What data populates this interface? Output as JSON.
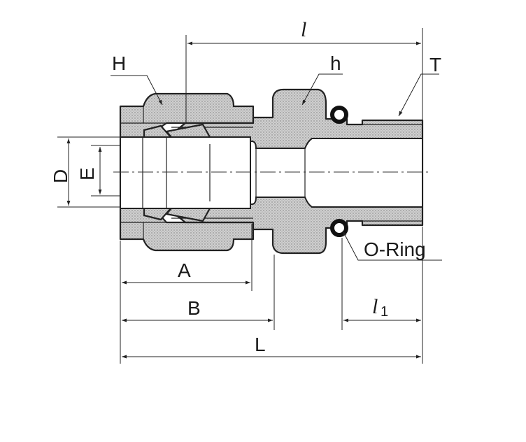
{
  "labels": {
    "H": "H",
    "h": "h",
    "l": "l",
    "T": "T",
    "D": "D",
    "E": "E",
    "A": "A",
    "B": "B",
    "L": "L",
    "l1_main": "l",
    "l1_sub": "1",
    "oring": "O-Ring"
  }
}
